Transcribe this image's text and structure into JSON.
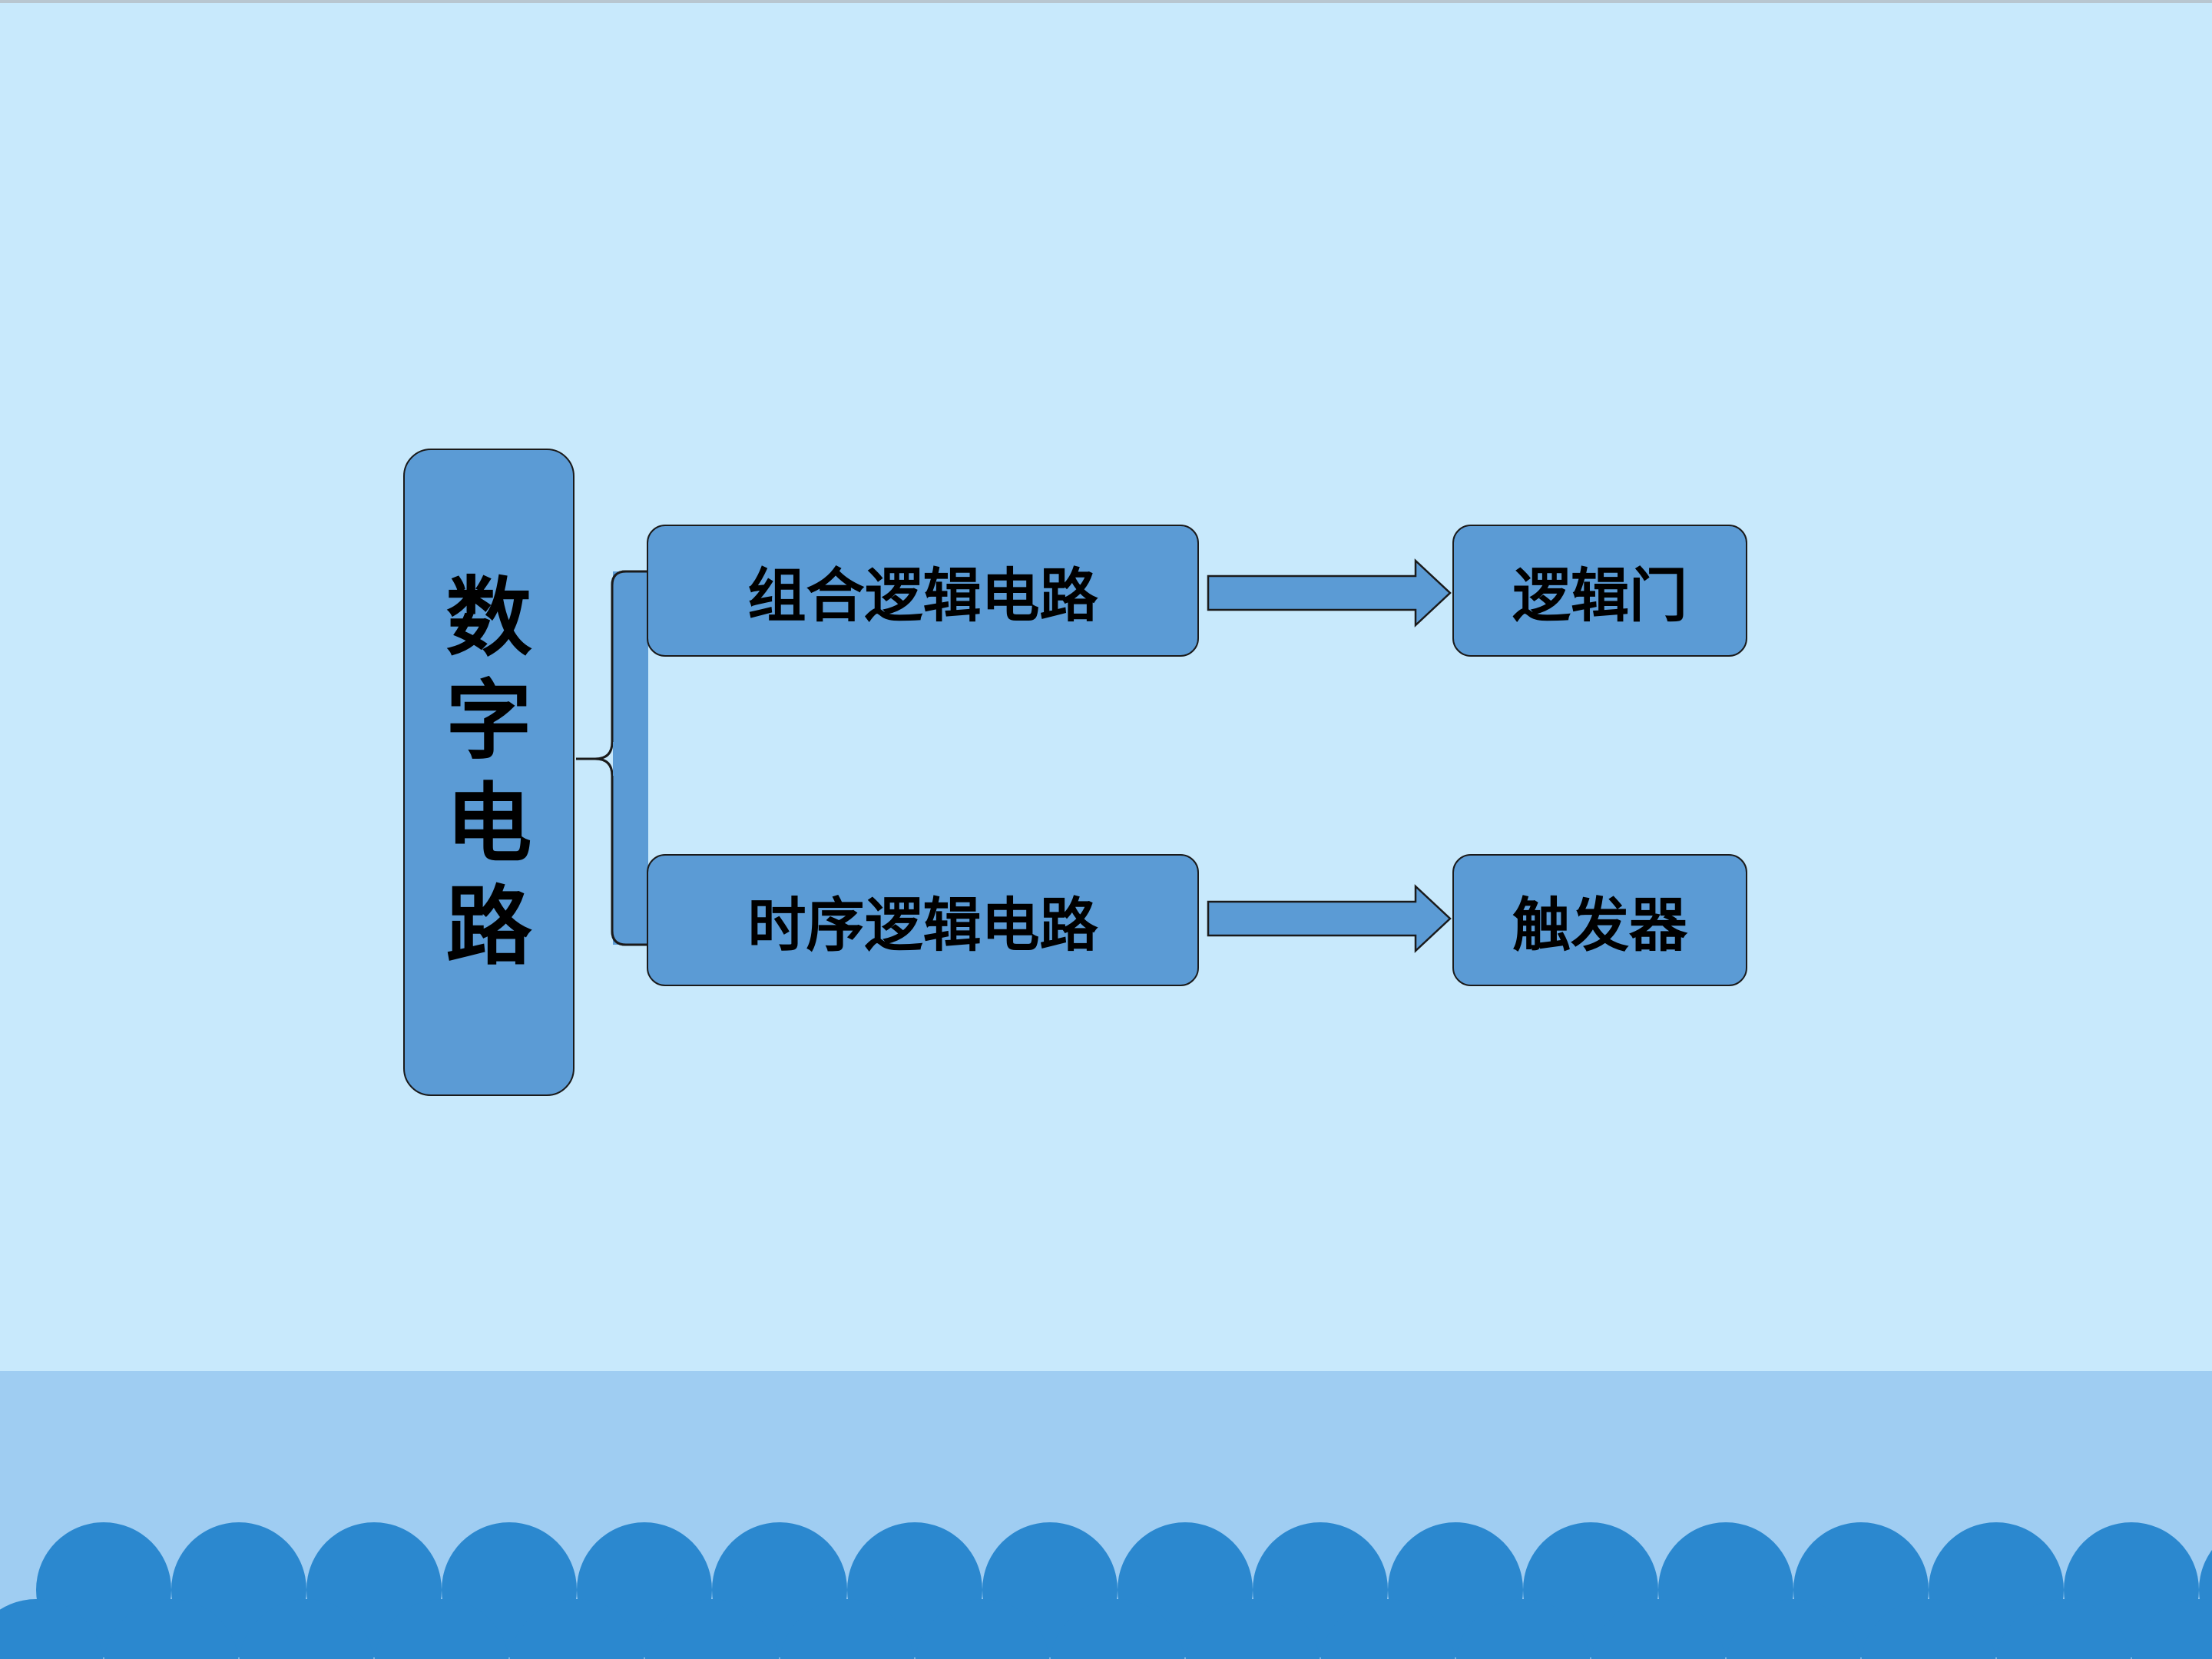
{
  "diagram": {
    "root": {
      "label": "数字电路"
    },
    "branches": [
      {
        "label": "组合逻辑电路",
        "target": "逻辑门"
      },
      {
        "label": "时序逻辑电路",
        "target": "触发器"
      }
    ]
  },
  "colors": {
    "background": "#c8e9fc",
    "box_fill": "#5b9bd5",
    "box_border": "#1a1a1a",
    "band": "#9fcdf2",
    "scallop": "#2b88cf"
  }
}
